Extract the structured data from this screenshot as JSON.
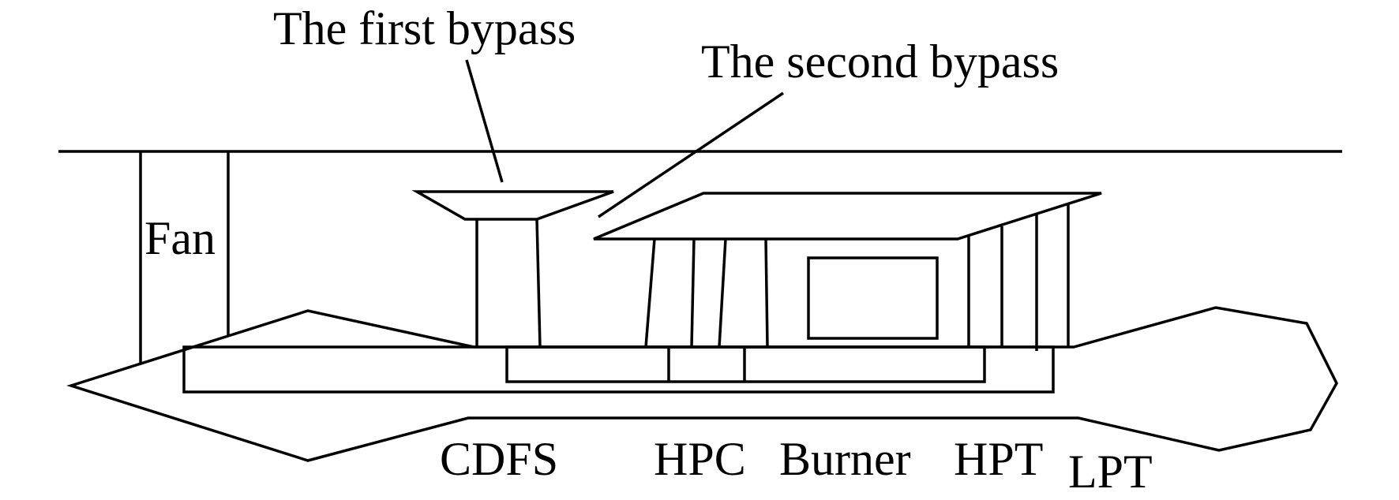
{
  "labels": {
    "first_bypass": "The first bypass",
    "second_bypass": "The second bypass",
    "fan": "Fan",
    "cdfs": "CDFS",
    "hpc": "HPC",
    "burner": "Burner",
    "hpt": "HPT",
    "lpt": "LPT"
  }
}
